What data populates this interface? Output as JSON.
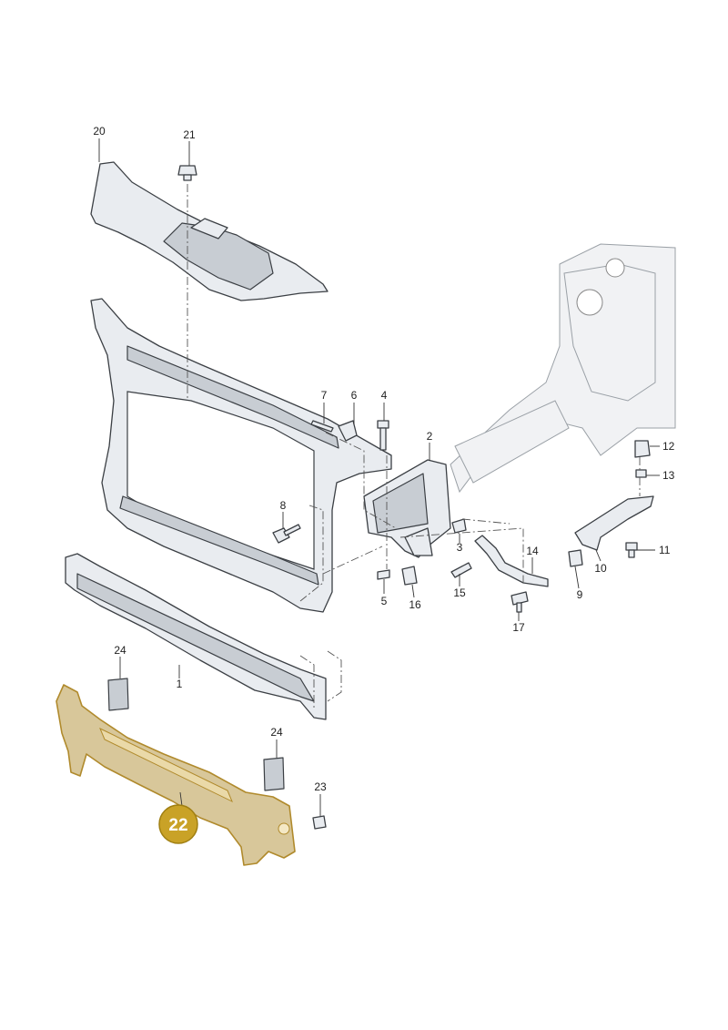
{
  "diagram": {
    "callouts": [
      {
        "id": "c1",
        "text": "1"
      },
      {
        "id": "c2",
        "text": "2"
      },
      {
        "id": "c3",
        "text": "3"
      },
      {
        "id": "c4",
        "text": "4"
      },
      {
        "id": "c5",
        "text": "5"
      },
      {
        "id": "c6",
        "text": "6"
      },
      {
        "id": "c7",
        "text": "7"
      },
      {
        "id": "c8",
        "text": "8"
      },
      {
        "id": "c9",
        "text": "9"
      },
      {
        "id": "c10",
        "text": "10"
      },
      {
        "id": "c11",
        "text": "11"
      },
      {
        "id": "c12",
        "text": "12"
      },
      {
        "id": "c13",
        "text": "13"
      },
      {
        "id": "c14",
        "text": "14"
      },
      {
        "id": "c15",
        "text": "15"
      },
      {
        "id": "c16",
        "text": "16"
      },
      {
        "id": "c17",
        "text": "17"
      },
      {
        "id": "c20",
        "text": "20"
      },
      {
        "id": "c21",
        "text": "21"
      },
      {
        "id": "c23",
        "text": "23"
      },
      {
        "id": "c24a",
        "text": "24"
      },
      {
        "id": "c24b",
        "text": "24"
      }
    ],
    "highlight": {
      "text": "22",
      "fill": "#c9a227",
      "stroke": "#a07f12",
      "text_color": "#ffffff"
    }
  }
}
